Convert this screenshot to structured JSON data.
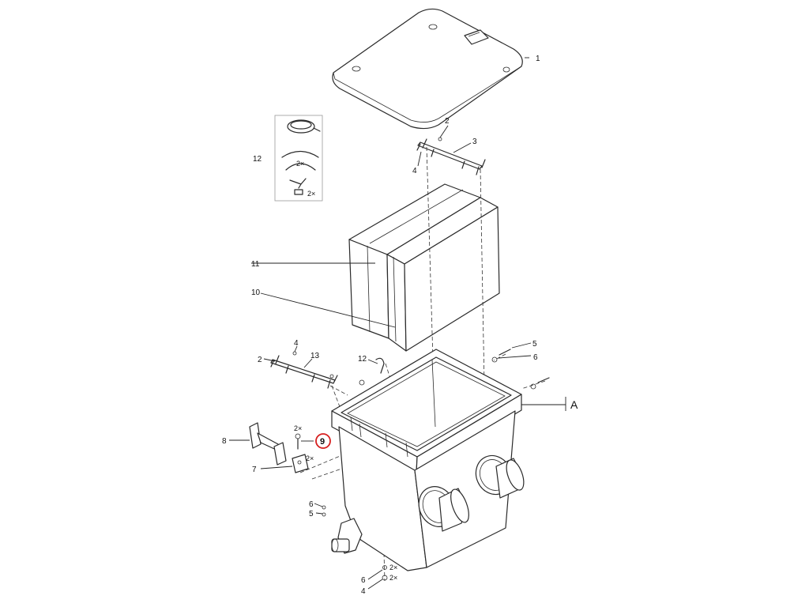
{
  "diagram": {
    "callouts": {
      "lid": "1",
      "screw_top": "2",
      "rail_top": "3",
      "nut_top": "4",
      "filter_a": "11",
      "filter_b": "10",
      "kit": "12",
      "nut_mid": "4",
      "screw_mid": "2",
      "rail_mid": "13",
      "hose_clip": "12",
      "bolt_right": "5",
      "washer_right": "6",
      "housing_ref": "A",
      "tube": "8",
      "bolt_small": "9",
      "bracket": "7",
      "washer_low": "6",
      "bolt_low": "5",
      "washer_bottom": "6",
      "nut_bottom": "4"
    },
    "quantities": {
      "kit_clamp": "2×",
      "kit_nut": "2×",
      "bolt_small": "2×",
      "bracket": "2×",
      "washer_bottom": "2×",
      "nut_bottom": "2×"
    },
    "highlight_color": "#d62020",
    "line_color": "#2a2a2a"
  }
}
